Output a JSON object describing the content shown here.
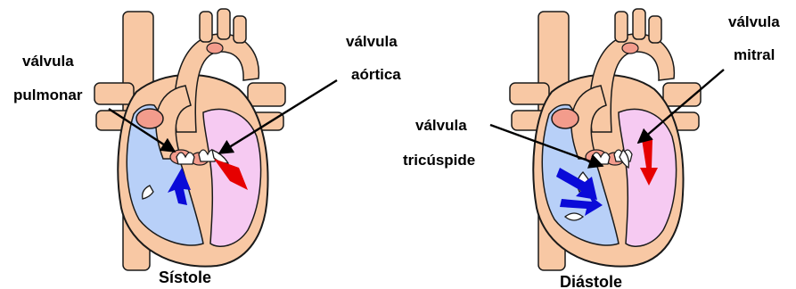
{
  "panels": [
    {
      "caption": "Sístole",
      "labels": {
        "left_line1": "válvula",
        "left_line2": "pulmonar",
        "right_line1": "válvula",
        "right_line2": "aórtica"
      }
    },
    {
      "caption": "Diástole",
      "labels": {
        "left_line1": "válvula",
        "left_line2": "tricúspide",
        "right_line1": "válvula",
        "right_line2": "mitral"
      }
    }
  ],
  "colors": {
    "tissue": "#f8c8a4",
    "tissue_outline": "#1a1a1a",
    "right_chambers": "#b8d0f8",
    "left_chambers": "#f6caf2",
    "vessel_dark": "#f39c8c",
    "arrow_blue": "#0a0ad8",
    "arrow_red": "#e60000",
    "valve": "#ffffff",
    "pointer": "#000000"
  },
  "icons": [
    "heart-illustration-icon",
    "valve-icon",
    "flow-arrow-icon",
    "pointer-arrow-icon"
  ]
}
